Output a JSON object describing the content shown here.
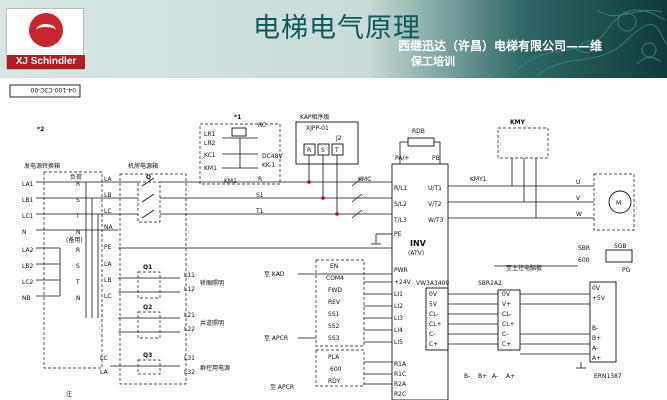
{
  "header": {
    "title": "电梯电气原理",
    "company": "西继迅达（许昌）电梯有限公司——维",
    "subtitle": "保工培训",
    "logo_text": "XJ Schindler",
    "colors": {
      "bg_dark": "#0f3a38",
      "title": "#0d5a56",
      "logo_red": "#c9252c"
    }
  },
  "diagram": {
    "drawing_no": "04-100-C3C-00",
    "mark_star1": "*1",
    "mark_star2": "*2",
    "power_switch_box": "发电源转换箱",
    "load_label": "负荷",
    "backup_label": "(备用)",
    "machine_room_power": "机房电源箱",
    "left_terminals": [
      "LA1",
      "LB1",
      "LC1",
      "N",
      "LA2",
      "LB2",
      "LC2",
      "NB"
    ],
    "left_phase": [
      "R",
      "S",
      "T",
      "N",
      "R",
      "S",
      "T",
      "N"
    ],
    "left_feed": [
      "LA",
      "LB",
      "LC",
      "NA",
      "PE",
      "LA",
      "LB",
      "LC"
    ],
    "breaker_q": "Q",
    "breaker_q1": "Q1",
    "breaker_q2": "Q2",
    "breaker_q3": "Q3",
    "outputs": [
      "R",
      "S1",
      "T1"
    ],
    "light_out": [
      "L11",
      "L12"
    ],
    "light_label_1": "轿厢照明",
    "light_out_2": [
      "L21",
      "L22"
    ],
    "light_label_2": "井道照明",
    "ctl_out": [
      "LC",
      "LA",
      "L31",
      "L32"
    ],
    "ctl_label": "群控用电源",
    "relay_block": [
      "LR1",
      "LR2",
      "KC1",
      "KM1",
      "RC",
      "DC48V",
      "KK-1"
    ],
    "kap_title": "KAP相序板",
    "kap_model": "XJPP-01",
    "kap_conn": "J2",
    "kap_pins": [
      "R",
      "S",
      "T"
    ],
    "km1": "KM1",
    "kmc": "KMC",
    "kmy": "KMY",
    "kmy1": "KMY1",
    "inv_title": "INV",
    "inv_sub": "(ATV)",
    "inv_pe": "PE",
    "inv_inputs": [
      "R/L1",
      "S/L2",
      "T/L3"
    ],
    "inv_outputs": [
      "U/T1",
      "V/T2",
      "W/T3"
    ],
    "dc_bus": [
      "PA/+",
      "PB"
    ],
    "rdb": "RDB",
    "motor_terms": [
      "U",
      "V",
      "W"
    ],
    "motor_label": "M",
    "to_kad": "至 KAD",
    "to_apcr": "至 APCR",
    "to_apcr2": "至 APCR",
    "kad_signals": [
      "EN",
      "COM4",
      "FWD",
      "REV",
      "SS1",
      "SS2",
      "SS3"
    ],
    "inv_ctrl": [
      "PWR",
      "+24V",
      "LI1",
      "LI2",
      "LI3",
      "LI4",
      "LI5"
    ],
    "relay_sig": [
      "PLA",
      "600",
      "RDY"
    ],
    "relay_pins": [
      "R1A",
      "R1C",
      "R2A",
      "R2C"
    ],
    "encoder_board": "VW3A3409",
    "sbr_label": "SBR2A2",
    "enc_pins": [
      "0V",
      "5V",
      "CL-",
      "CL+",
      "C-",
      "C+"
    ],
    "enc_right": [
      "0V",
      "V+",
      "CL-",
      "CL+",
      "C-",
      "C+"
    ],
    "enc_right2": [
      "0V",
      "+5V",
      "B-",
      "B+",
      "A-",
      "A+"
    ],
    "enc_bottom": [
      "B-",
      "B+",
      "A-",
      "A+"
    ],
    "to_main_board": "至主控电脑板",
    "sbr_tag": "SBR",
    "sbr_val": "600",
    "sgb": "SGB",
    "pg": "PG",
    "encoder_model": "ERN1387",
    "note": "注"
  }
}
